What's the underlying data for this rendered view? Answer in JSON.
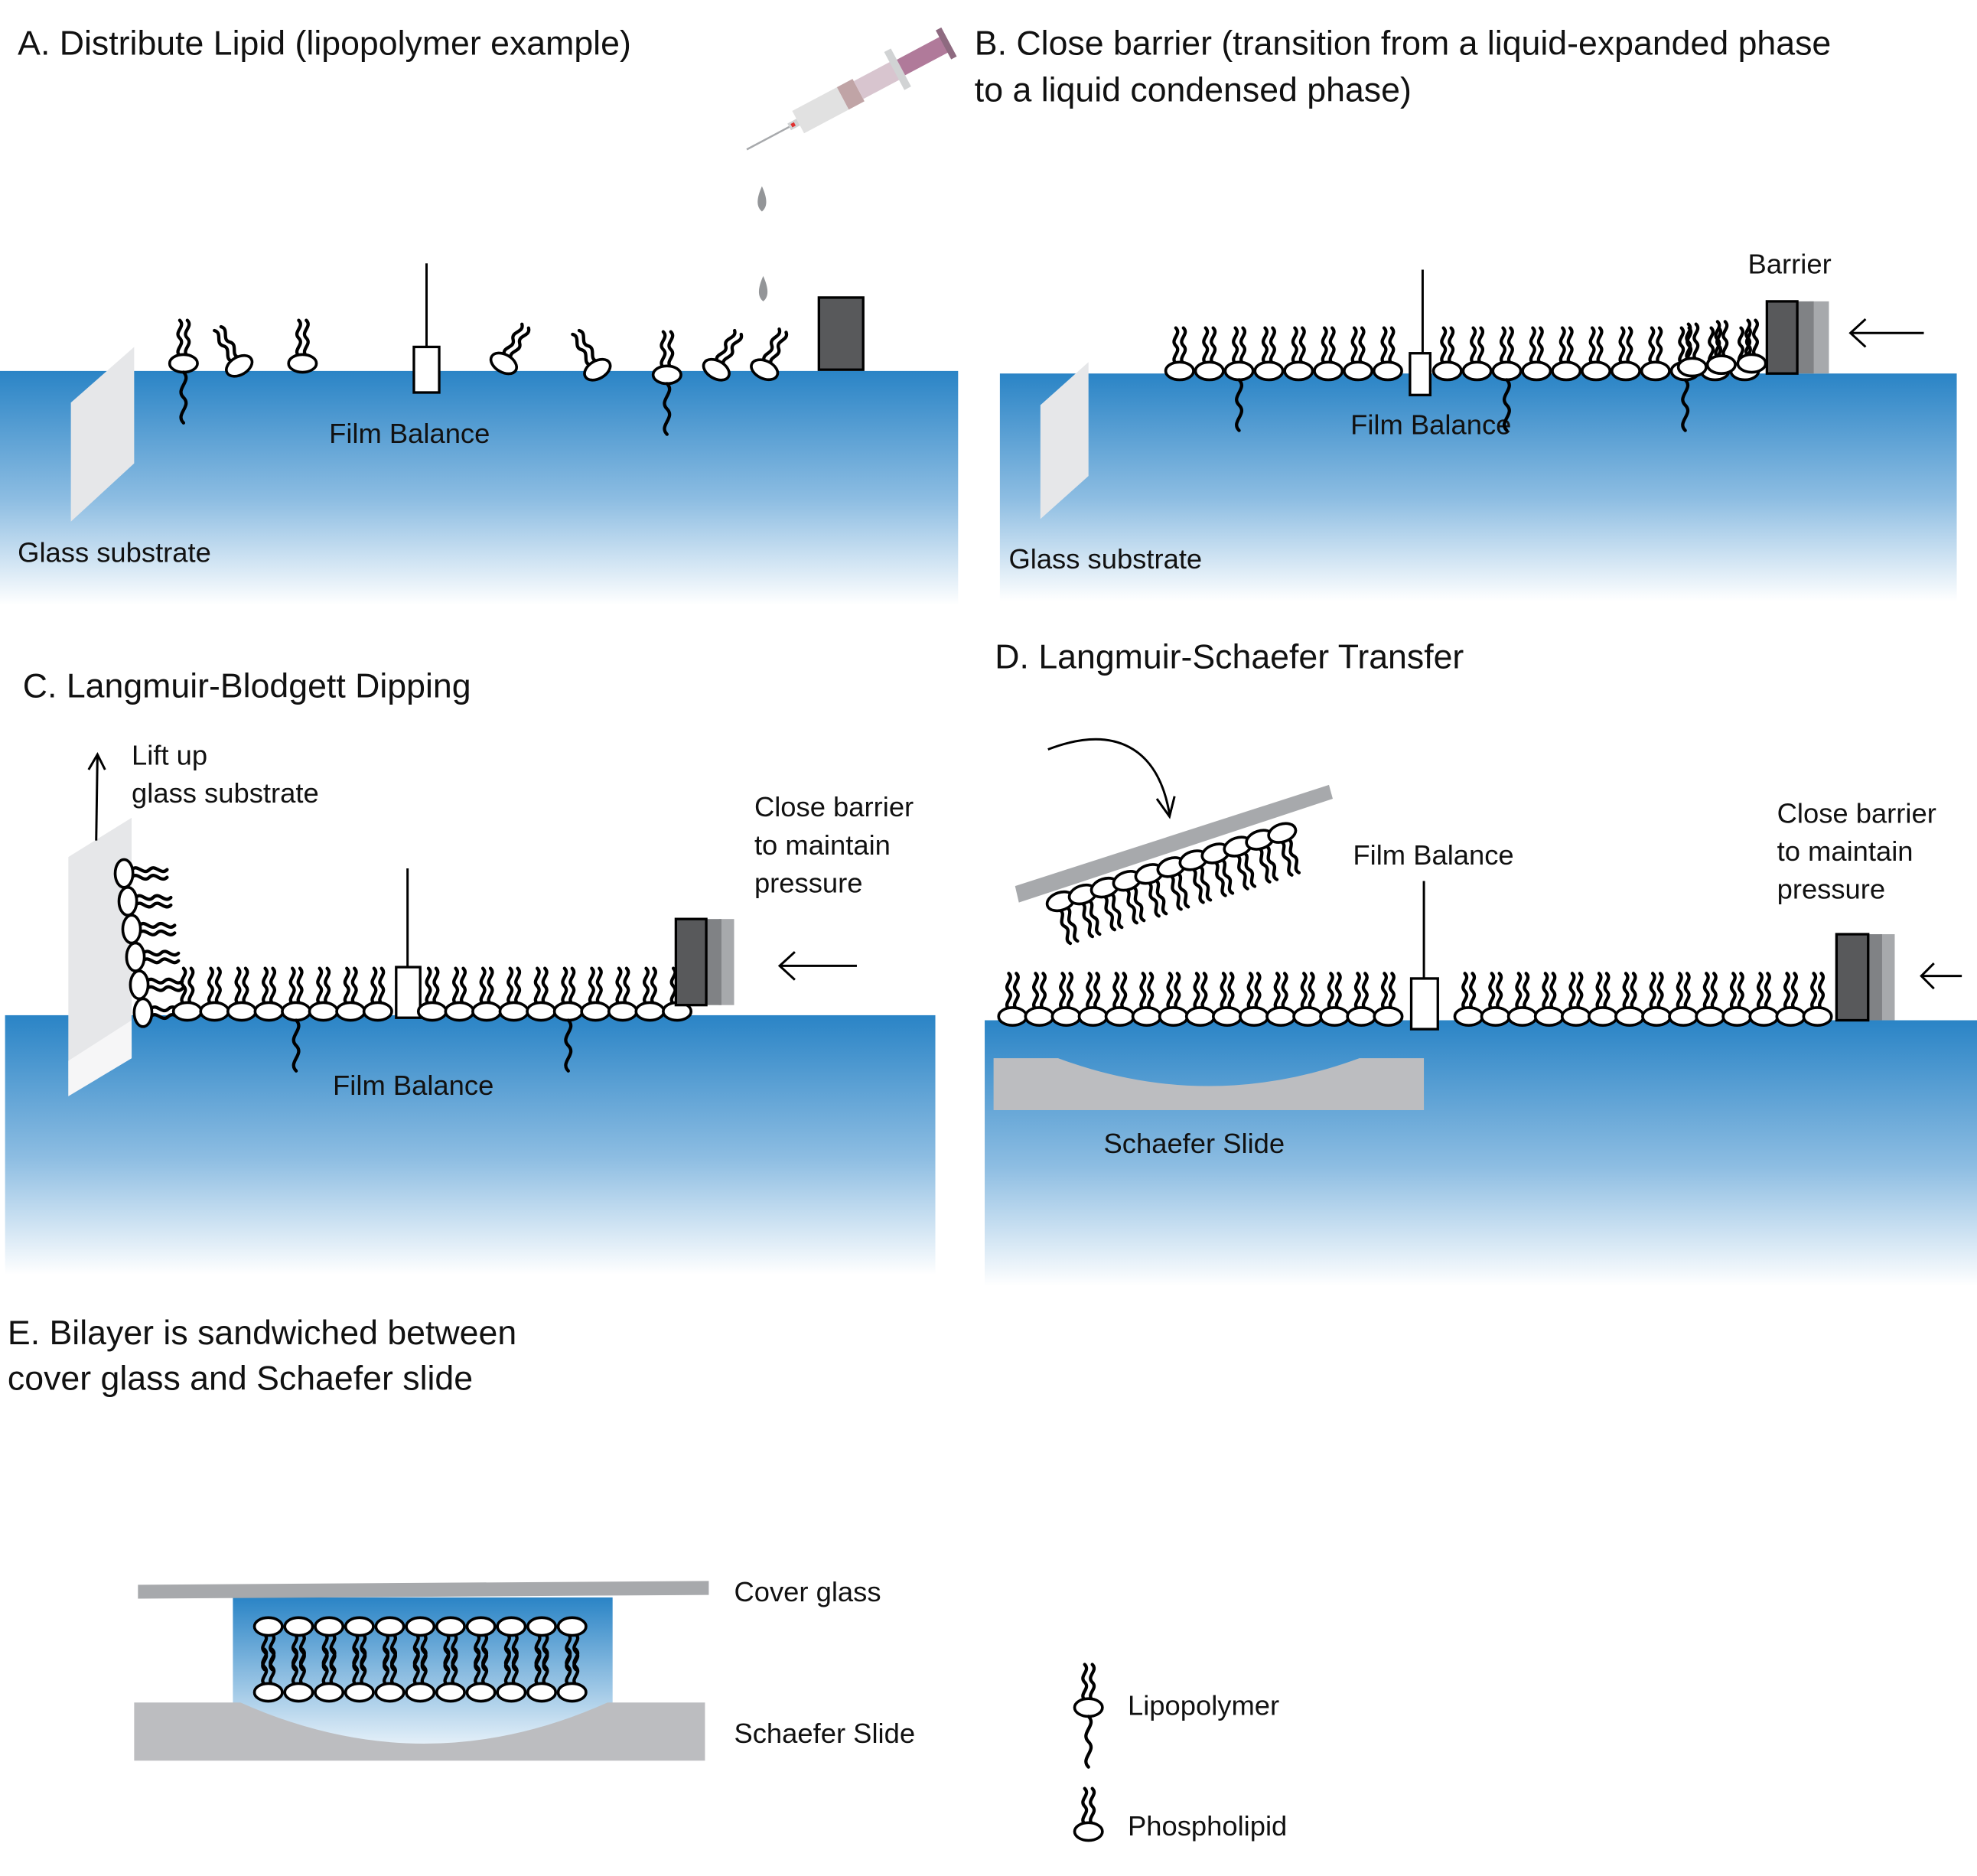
{
  "figure": {
    "panels": {
      "A": {
        "title": "A. Distribute Lipid (lipopolymer example)",
        "film_balance_label": "Film Balance",
        "glass_label": "Glass substrate"
      },
      "B": {
        "title_line1": "B. Close barrier (transition from a liquid-expanded phase",
        "title_line2": "to a liquid condensed phase)",
        "barrier_label": "Barrier",
        "film_balance_label": "Film Balance",
        "glass_label": "Glass substrate"
      },
      "C": {
        "title": "C. Langmuir-Blodgett Dipping",
        "lift_line1": "Lift up",
        "lift_line2": "glass substrate",
        "close_line1": "Close barrier",
        "close_line2": "to maintain",
        "close_line3": "pressure",
        "film_balance_label": "Film Balance"
      },
      "D": {
        "title": "D. Langmuir-Schaefer Transfer",
        "film_balance_label": "Film Balance",
        "close_line1": "Close barrier",
        "close_line2": "to maintain",
        "close_line3": "pressure",
        "slide_label": "Schaefer Slide"
      },
      "E": {
        "title_line1": "E. Bilayer is sandwiched between",
        "title_line2": "cover glass and Schaefer slide",
        "cover_glass_label": "Cover glass",
        "slide_label": "Schaefer Slide"
      }
    },
    "legend": [
      {
        "icon": "lipopolymer-icon",
        "label": "Lipopolymer"
      },
      {
        "icon": "phospholipid-icon",
        "label": "Phospholipid"
      }
    ],
    "colors": {
      "water_top": "#2a84c6",
      "water_bottom": "#ffffff",
      "glass": "#e6e7e9",
      "barrier": "#58595b",
      "barrier_shadow1": "#808285",
      "barrier_shadow2": "#a7a9ac",
      "slide": "#bcbdc0",
      "cover_glass": "#a7a9ac",
      "drop": "#939598",
      "syringe_plunger": "#b07a9a"
    }
  }
}
